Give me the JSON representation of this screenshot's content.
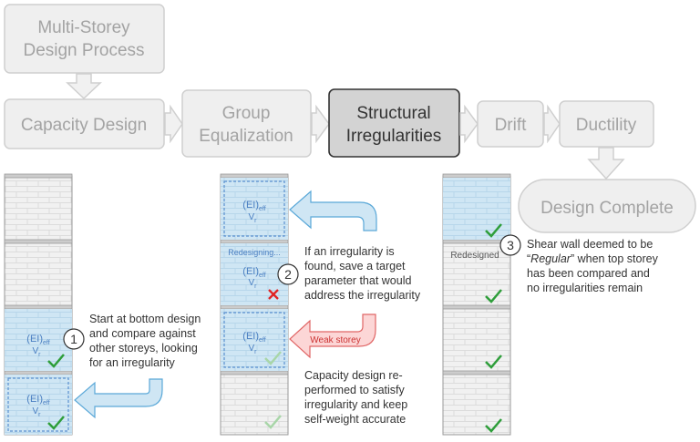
{
  "flow": {
    "process": [
      "Multi-Storey",
      "Design Process"
    ],
    "capacity": "Capacity Design",
    "group": [
      "Group",
      "Equalization"
    ],
    "structural": [
      "Structural",
      "Irregularities"
    ],
    "drift": "Drift",
    "ductility": "Ductility",
    "complete": "Design Complete"
  },
  "wall_labels": {
    "eff_main": "(EI)",
    "eff_sub": "eff",
    "shear_main": "V",
    "shear_sub": "r",
    "redesigning": "Redesigning...",
    "redesigned": "Redesigned",
    "weak_storey": "Weak storey"
  },
  "steps": {
    "step1": {
      "number": "1",
      "lines": [
        "Start at bottom design",
        "and compare against",
        "other storeys, looking",
        "for an irregularity"
      ]
    },
    "step2": {
      "number": "2",
      "lines": [
        "If an irregularity is",
        "found, save a target",
        "parameter that would",
        "address the irregularity"
      ]
    },
    "step2b": {
      "lines": [
        "Capacity design re-",
        "performed to satisfy",
        "irregularity and keep",
        "self-weight accurate"
      ]
    },
    "step3": {
      "number": "3",
      "lines_pre": "Shear wall deemed to be",
      "quote_open": "“",
      "italic": "Regular",
      "after_italic": "” when top storey",
      "lines": [
        "has been compared and",
        "no irregularities remain"
      ]
    }
  },
  "colors": {
    "box_fill": "#efefef",
    "box_stroke": "#cfcfcf",
    "active_fill": "#d3d3d3",
    "active_stroke": "#333333",
    "blue_fill": "#cfe6f4",
    "blue_stroke": "#5aa8d8",
    "red_fill": "#fcd6d6",
    "red_stroke": "#e06666",
    "check": "#2e9e3a",
    "check_faded": "#a8d6a8",
    "cross": "#e02424"
  }
}
